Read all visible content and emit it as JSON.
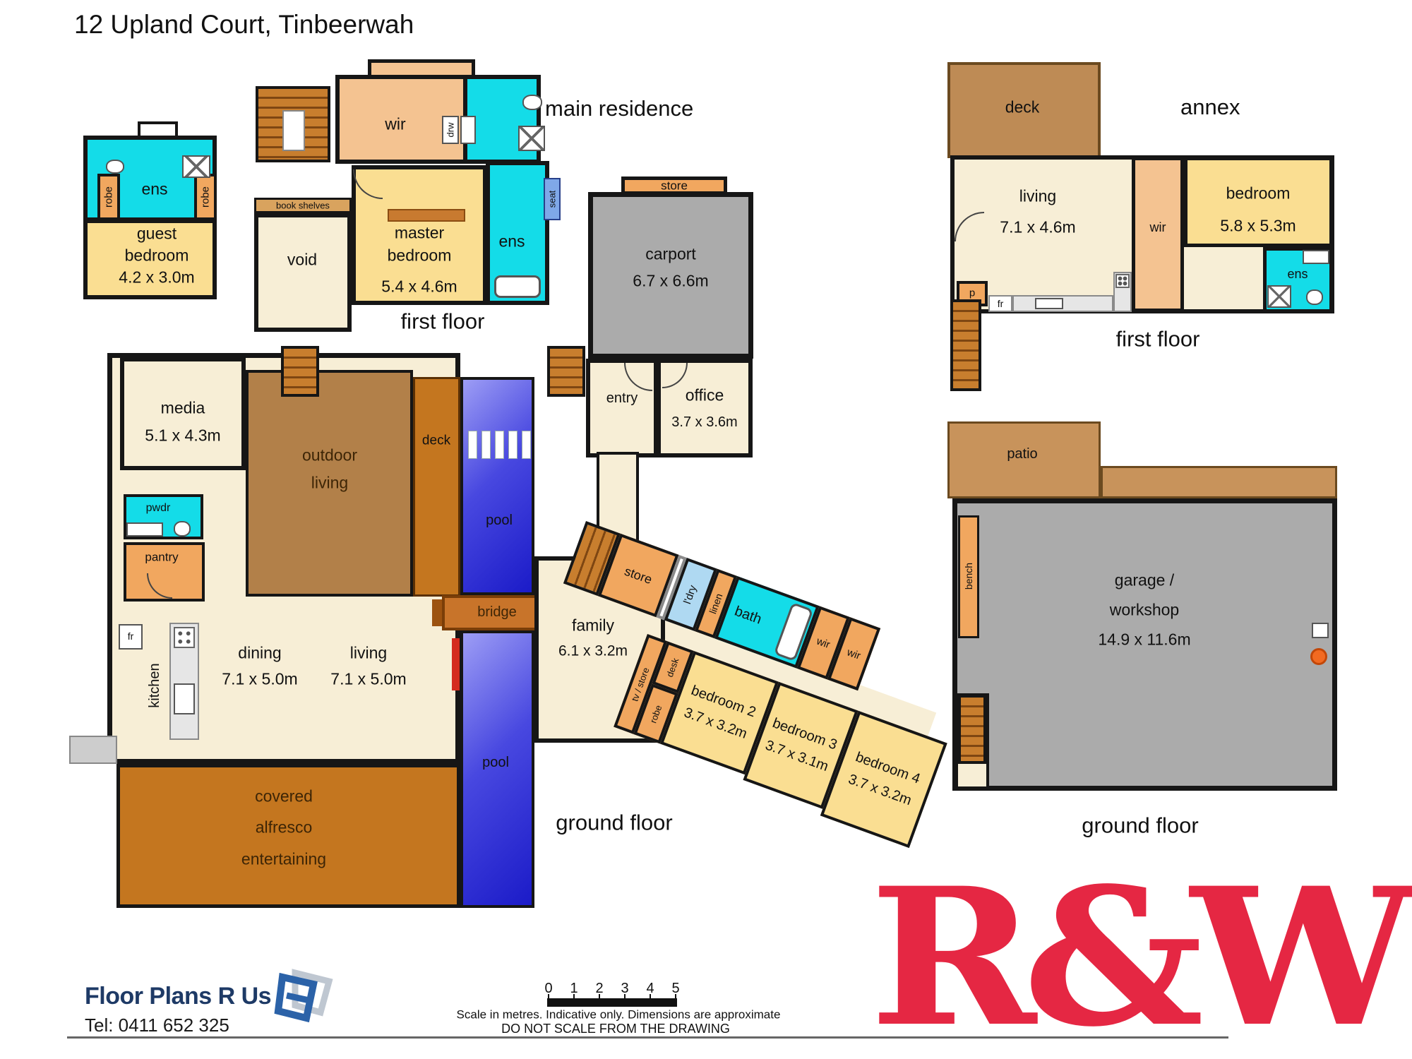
{
  "title": "12 Upland Court, Tinbeerwah",
  "headings": {
    "main": "main residence",
    "annex": "annex"
  },
  "floor_labels": {
    "main_first": "first floor",
    "annex_first": "first floor",
    "main_ground": "ground floor",
    "annex_ground": "ground floor"
  },
  "colors": {
    "wall": "#161616",
    "cream": "#F7EED6",
    "yellow": "#FADE92",
    "cyan": "#14DCE8",
    "light_blue": "#AFD9F2",
    "peach": "#F4C391",
    "orange": "#F1A75F",
    "outdoor_brown": "#B28049",
    "alfresco_orange": "#C4761F",
    "patio_tan": "#C8935B",
    "pool_blue": "#1B1BC8",
    "carport_gray": "#ABABAB",
    "stair_brown": "#C87E2E",
    "brand_red": "#E52743",
    "logo_navy": "#1E3A66",
    "seat_blue": "#7FA8E8"
  },
  "guest": {
    "ens": "ens",
    "robe_left": "robe",
    "robe_right": "robe",
    "name_1": "guest",
    "name_2": "bedroom",
    "dims": "4.2 x 3.0m"
  },
  "main_first": {
    "wir": "wir",
    "drw": "drw",
    "book_shelves": "book shelves",
    "void": "void",
    "master_1": "master",
    "master_2": "bedroom",
    "master_dims": "5.4 x 4.6m",
    "ens": "ens",
    "seat": "seat"
  },
  "carport": {
    "store": "store",
    "name": "carport",
    "dims": "6.7 x 6.6m"
  },
  "entry_office": {
    "entry": "entry",
    "office": "office",
    "office_dims": "3.7 x 3.6m"
  },
  "ground": {
    "media": "media",
    "media_dims": "5.1 x 4.3m",
    "outdoor_1": "outdoor",
    "outdoor_2": "living",
    "deck": "deck",
    "pool_top": "pool",
    "pool_bottom": "pool",
    "bridge": "bridge",
    "pwdr": "pwdr",
    "pantry": "pantry",
    "fr": "fr",
    "kitchen": "kitchen",
    "dining": "dining",
    "dining_dims": "7.1 x 5.0m",
    "living": "living",
    "living_dims": "7.1 x 5.0m",
    "family": "family",
    "family_dims": "6.1 x 3.2m",
    "store": "store",
    "laundry": "l'dry",
    "linen": "linen",
    "bath": "bath",
    "wir_1": "wir",
    "wir_2": "wir",
    "tv_store": "tv / store",
    "desk": "desk",
    "robe": "robe",
    "bed2_name": "bedroom 2",
    "bed2_dims": "3.7 x 3.2m",
    "bed3_name": "bedroom 3",
    "bed3_dims": "3.7 x 3.1m",
    "bed4_name": "bedroom 4",
    "bed4_dims": "3.7 x 3.2m",
    "alfresco_1": "covered",
    "alfresco_2": "alfresco",
    "alfresco_3": "entertaining"
  },
  "annex_first": {
    "deck": "deck",
    "living": "living",
    "living_dims": "7.1 x 4.6m",
    "wir": "wir",
    "bedroom": "bedroom",
    "bedroom_dims": "5.8 x 5.3m",
    "ens": "ens",
    "p": "p",
    "fr": "fr"
  },
  "annex_ground": {
    "patio": "patio",
    "bench": "bench",
    "garage_1": "garage /",
    "garage_2": "workshop",
    "garage_dims": "14.9 x 11.6m"
  },
  "footer": {
    "company": "Floor Plans R Us",
    "tel": "Tel: 0411 652 325",
    "scale_ticks": [
      "0",
      "1",
      "2",
      "3",
      "4",
      "5"
    ],
    "scale_note": "Scale in metres. Indicative only. Dimensions are approximate",
    "scale_warning": "DO NOT SCALE FROM THE DRAWING",
    "brand": "R&W"
  }
}
